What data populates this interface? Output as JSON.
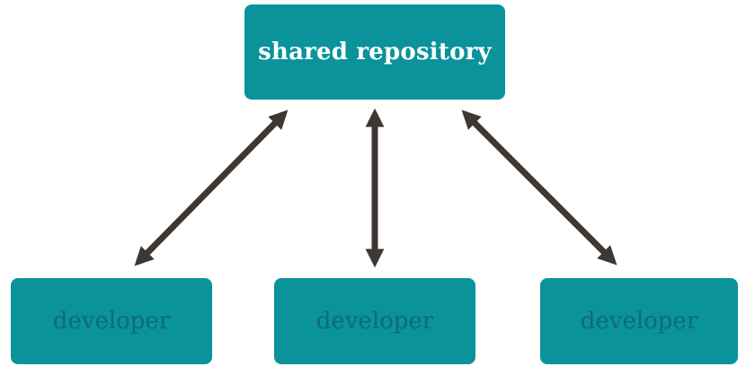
{
  "diagram": {
    "title_box": {
      "label": "shared repository"
    },
    "developer_boxes": [
      {
        "label": "developer"
      },
      {
        "label": "developer"
      },
      {
        "label": "developer"
      }
    ],
    "connections": [
      {
        "from": "shared repository",
        "to": "developer-left",
        "type": "bidirectional-arrow"
      },
      {
        "from": "shared repository",
        "to": "developer-center",
        "type": "bidirectional-arrow"
      },
      {
        "from": "shared repository",
        "to": "developer-right",
        "type": "bidirectional-arrow"
      }
    ],
    "colors": {
      "background": "#ffffff",
      "box_fill": "#0a939b",
      "title_text": "#ffffff",
      "developer_text": "#0e6b75",
      "arrow": "#3e3733"
    }
  }
}
